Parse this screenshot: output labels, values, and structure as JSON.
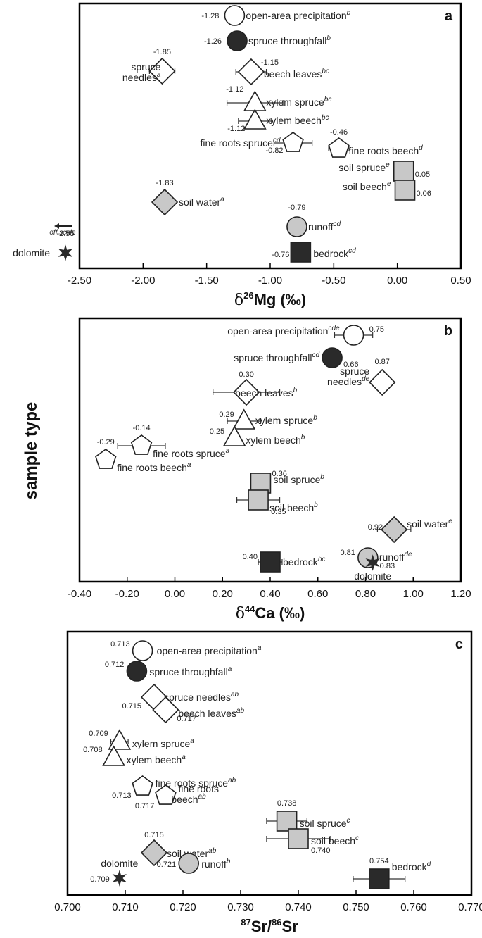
{
  "figure": {
    "y_label": "sample type"
  },
  "colors": {
    "open": "#ffffff",
    "dark": "#2a2a2a",
    "grey": "#c8c8c8",
    "stroke": "#222222"
  },
  "chart_data": [
    {
      "type": "scatter",
      "panel": "a",
      "xlabel_main": "δ",
      "xlabel_sup": "26",
      "xlabel_rest": "Mg (‰)",
      "xlim": [
        -2.5,
        0.5
      ],
      "xticks": [
        "-2.50",
        "-2.00",
        "-1.50",
        "-1.00",
        "-0.50",
        "0.00",
        "0.50"
      ],
      "tick_values": [
        -2.5,
        -2.0,
        -1.5,
        -1.0,
        -0.5,
        0.0,
        0.5
      ],
      "grid": false,
      "offscale_note": "off scale",
      "points": [
        {
          "name": "open-area precipitation",
          "sup": "b",
          "x": -1.28,
          "value_label": "-1.28",
          "marker": "circle",
          "fill": "open"
        },
        {
          "name": "spruce throughfall",
          "sup": "b",
          "x": -1.26,
          "value_label": "-1.26",
          "marker": "circle",
          "fill": "dark"
        },
        {
          "name": "spruce needles",
          "sup": "a",
          "x": -1.85,
          "value_label": "-1.85",
          "marker": "diamond",
          "fill": "open",
          "err": 0.1
        },
        {
          "name": "beech leaves",
          "sup": "bc",
          "x": -1.15,
          "value_label": "-1.15",
          "marker": "diamond",
          "fill": "open",
          "err": 0.12
        },
        {
          "name": "xylem spruce",
          "sup": "bc",
          "x": -1.12,
          "value_label": "-1.12",
          "marker": "triangle",
          "fill": "open",
          "err": 0.22
        },
        {
          "name": "xylem beech",
          "sup": "bc",
          "x": -1.12,
          "value_label": "-1.12",
          "marker": "triangle",
          "fill": "open",
          "err": 0.13
        },
        {
          "name": "fine roots spruce",
          "sup": "cd",
          "x": -0.82,
          "value_label": "-0.82",
          "marker": "pentagon",
          "fill": "open",
          "err": 0.15
        },
        {
          "name": "fine roots beech",
          "sup": "d",
          "x": -0.46,
          "value_label": "-0.46",
          "marker": "pentagon",
          "fill": "open",
          "err": 0.08
        },
        {
          "name": "soil spruce",
          "sup": "e",
          "x": 0.05,
          "value_label": "0.05",
          "marker": "square",
          "fill": "grey"
        },
        {
          "name": "soil beech",
          "sup": "e",
          "x": 0.06,
          "value_label": "0.06",
          "marker": "square",
          "fill": "grey"
        },
        {
          "name": "soil water",
          "sup": "a",
          "x": -1.83,
          "value_label": "-1.83",
          "marker": "diamond",
          "fill": "grey"
        },
        {
          "name": "runoff",
          "sup": "cd",
          "x": -0.79,
          "value_label": "-0.79",
          "marker": "circle",
          "fill": "grey"
        },
        {
          "name": "dolomite",
          "sup": "",
          "x": -2.55,
          "value_label": "-2.55",
          "marker": "star",
          "fill": "dark"
        },
        {
          "name": "bedrock",
          "sup": "cd",
          "x": -0.76,
          "value_label": "-0.76",
          "marker": "square",
          "fill": "dark"
        }
      ]
    },
    {
      "type": "scatter",
      "panel": "b",
      "xlabel_main": "δ",
      "xlabel_sup": "44",
      "xlabel_rest": "Ca (‰)",
      "xlim": [
        -0.4,
        1.2
      ],
      "xticks": [
        "-0.40",
        "-0.20",
        "0.00",
        "0.20",
        "0.40",
        "0.60",
        "0.80",
        "1.00",
        "1.20"
      ],
      "tick_values": [
        -0.4,
        -0.2,
        0.0,
        0.2,
        0.4,
        0.6,
        0.8,
        1.0,
        1.2
      ],
      "grid": false,
      "points": [
        {
          "name": "open-area precipitation",
          "sup": "cde",
          "x": 0.75,
          "value_label": "0.75",
          "marker": "circle",
          "fill": "open",
          "err": 0.08
        },
        {
          "name": "spruce throughfall",
          "sup": "cd",
          "x": 0.66,
          "value_label": "0.66",
          "marker": "circle",
          "fill": "dark"
        },
        {
          "name": "spruce needles",
          "sup": "de",
          "x": 0.87,
          "value_label": "0.87",
          "marker": "diamond",
          "fill": "open"
        },
        {
          "name": "beech leaves",
          "sup": "b",
          "x": 0.3,
          "value_label": "0.30",
          "marker": "diamond",
          "fill": "open",
          "err": 0.14
        },
        {
          "name": "xylem spruce",
          "sup": "b",
          "x": 0.29,
          "value_label": "0.29",
          "marker": "triangle",
          "fill": "open",
          "err": 0.07
        },
        {
          "name": "xylem beech",
          "sup": "b",
          "x": 0.25,
          "value_label": "0.25",
          "marker": "triangle",
          "fill": "open"
        },
        {
          "name": "fine roots spruce",
          "sup": "a",
          "x": -0.14,
          "value_label": "-0.14",
          "marker": "pentagon",
          "fill": "open",
          "err": 0.1
        },
        {
          "name": "fine roots beech",
          "sup": "a",
          "x": -0.29,
          "value_label": "-0.29",
          "marker": "pentagon",
          "fill": "open"
        },
        {
          "name": "soil spruce",
          "sup": "b",
          "x": 0.36,
          "value_label": "0.36",
          "marker": "square",
          "fill": "grey",
          "err": 0.03
        },
        {
          "name": "soil beech",
          "sup": "b",
          "x": 0.35,
          "value_label": "0.35",
          "marker": "square",
          "fill": "grey",
          "err": 0.09
        },
        {
          "name": "soil water",
          "sup": "e",
          "x": 0.92,
          "value_label": "0.92",
          "marker": "diamond",
          "fill": "grey",
          "err": 0.07
        },
        {
          "name": "runoff",
          "sup": "de",
          "x": 0.81,
          "value_label": "0.81",
          "marker": "circle",
          "fill": "grey"
        },
        {
          "name": "bedrock",
          "sup": "bc",
          "x": 0.4,
          "value_label": "0.40",
          "marker": "square",
          "fill": "dark",
          "err": 0.05
        },
        {
          "name": "dolomite",
          "sup": "",
          "x": 0.83,
          "value_label": "0.83",
          "marker": "star",
          "fill": "dark"
        }
      ]
    },
    {
      "type": "scatter",
      "panel": "c",
      "xlabel_main": "",
      "xlabel_sup1": "87",
      "xlabel_mid": "Sr/",
      "xlabel_sup2": "86",
      "xlabel_rest": "Sr",
      "xlim": [
        0.7,
        0.77
      ],
      "xticks": [
        "0.700",
        "0.710",
        "0.720",
        "0.730",
        "0.740",
        "0.750",
        "0.760",
        "0.770"
      ],
      "tick_values": [
        0.7,
        0.71,
        0.72,
        0.73,
        0.74,
        0.75,
        0.76,
        0.77
      ],
      "grid": false,
      "points": [
        {
          "name": "open-area precipitation",
          "sup": "a",
          "x": 0.713,
          "value_label": "0.713",
          "marker": "circle",
          "fill": "open"
        },
        {
          "name": "spruce throughfall",
          "sup": "a",
          "x": 0.712,
          "value_label": "0.712",
          "marker": "circle",
          "fill": "dark"
        },
        {
          "name": "spruce needles",
          "sup": "ab",
          "x": 0.715,
          "value_label": "0.715",
          "marker": "diamond",
          "fill": "open"
        },
        {
          "name": "beech leaves",
          "sup": "ab",
          "x": 0.717,
          "value_label": "0.717",
          "marker": "diamond",
          "fill": "open"
        },
        {
          "name": "xylem spruce",
          "sup": "a",
          "x": 0.709,
          "value_label": "0.709",
          "marker": "triangle",
          "fill": "open",
          "err": 0.0015
        },
        {
          "name": "xylem beech",
          "sup": "a",
          "x": 0.708,
          "value_label": "0.708",
          "marker": "triangle",
          "fill": "open"
        },
        {
          "name": "fine roots spruce",
          "sup": "ab",
          "x": 0.713,
          "value_label": "0.713",
          "marker": "pentagon",
          "fill": "open"
        },
        {
          "name": "fine roots beech",
          "sup": "ab",
          "x": 0.717,
          "value_label": "0.717",
          "marker": "pentagon",
          "fill": "open"
        },
        {
          "name": "soil spruce",
          "sup": "c",
          "x": 0.738,
          "value_label": "0.738",
          "marker": "square",
          "fill": "grey",
          "err": 0.0035
        },
        {
          "name": "soil beech",
          "sup": "c",
          "x": 0.74,
          "value_label": "0.740",
          "marker": "square",
          "fill": "grey",
          "err": 0.0055
        },
        {
          "name": "soil water",
          "sup": "ab",
          "x": 0.715,
          "value_label": "0.715",
          "marker": "diamond",
          "fill": "grey"
        },
        {
          "name": "runoff",
          "sup": "b",
          "x": 0.721,
          "value_label": "0.721",
          "marker": "circle",
          "fill": "grey"
        },
        {
          "name": "dolomite",
          "sup": "",
          "x": 0.709,
          "value_label": "0.709",
          "marker": "star",
          "fill": "dark"
        },
        {
          "name": "bedrock",
          "sup": "d",
          "x": 0.754,
          "value_label": "0.754",
          "marker": "square",
          "fill": "dark",
          "err": 0.0045
        }
      ]
    }
  ]
}
